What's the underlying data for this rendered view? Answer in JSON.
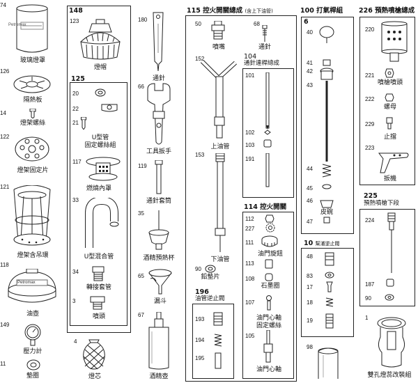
{
  "col1": [
    {
      "num": "74",
      "label": "玻璃燈罩"
    },
    {
      "num": "126",
      "label": "隔熱板"
    },
    {
      "num": "14",
      "label": "燈架螺絲"
    },
    {
      "num": "122",
      "label": "燈架固定片"
    },
    {
      "num": "121",
      "label": "燈架含吊環"
    },
    {
      "num": "118",
      "label": "油壺"
    },
    {
      "num": "149",
      "label": "壓力計"
    },
    {
      "num": "11",
      "label": "墊圈"
    }
  ],
  "brand": "Petromax",
  "col2": {
    "header": "148",
    "lamp_cap": {
      "num": "123",
      "label": "燈帽"
    },
    "box125": {
      "header": "125",
      "items": [
        {
          "num": "20",
          "label": ""
        },
        {
          "num": "22",
          "label": ""
        },
        {
          "num": "21",
          "label": "U型管\n固定螺絲組"
        },
        {
          "num": "117",
          "label": "燃燒內罩"
        },
        {
          "num": "33",
          "label": "U型混合管"
        },
        {
          "num": "34",
          "label": "轉接套管"
        },
        {
          "num": "3",
          "label": "噴頭"
        }
      ]
    },
    "wick": {
      "num": "4",
      "label": "燈芯"
    }
  },
  "col3": [
    {
      "num": "180",
      "label": "通針"
    },
    {
      "num": "66",
      "label": "工具扳手"
    },
    {
      "num": "119",
      "label": "通針套筒"
    },
    {
      "num": "35",
      "label": "酒精預熱杯"
    },
    {
      "num": "65",
      "label": "漏斗"
    },
    {
      "num": "67",
      "label": "酒精壺"
    }
  ],
  "col4": {
    "header": "115 控火開關總成",
    "header_note": "(含上下油管)",
    "items": [
      {
        "num": "50",
        "label": "噴嘴"
      },
      {
        "num": "68",
        "label": "通針"
      },
      {
        "num": "152",
        "label": "上油管"
      },
      {
        "num": "153",
        "label": "下油管"
      },
      {
        "num": "90",
        "label": "鉛墊片"
      }
    ],
    "box104": {
      "header": "104",
      "title": "通針連桿總成",
      "items": [
        "101",
        "102",
        "103",
        "191"
      ]
    },
    "box196": {
      "header": "196",
      "title": "油管逆止閥",
      "items": [
        "193",
        "194",
        "195"
      ]
    },
    "box114": {
      "header": "114 控火開關",
      "items": [
        {
          "num": "112",
          "label": ""
        },
        {
          "num": "227",
          "label": ""
        },
        {
          "num": "111",
          "label": "油門旋鈕"
        },
        {
          "num": "113",
          "label": ""
        },
        {
          "num": "108",
          "label": "石墨圈"
        },
        {
          "num": "107",
          "label": "油門心軸\n固定螺絲"
        },
        {
          "num": "105",
          "label": "油門心軸"
        }
      ]
    }
  },
  "col5": {
    "header": "100 打氣桿組",
    "box6": {
      "header": "6",
      "items": [
        {
          "num": "40",
          "label": ""
        },
        {
          "num": "41",
          "label": ""
        },
        {
          "num": "42",
          "label": ""
        },
        {
          "num": "43",
          "label": ""
        },
        {
          "num": "44",
          "label": ""
        },
        {
          "num": "45",
          "label": ""
        },
        {
          "num": "46",
          "label": "皮碗"
        },
        {
          "num": "47",
          "label": ""
        }
      ]
    },
    "box10": {
      "header": "10",
      "title": "幫浦逆止閥",
      "items": [
        "48",
        "83",
        "17",
        "18",
        "19"
      ]
    },
    "item98": {
      "num": "98",
      "label": ""
    }
  },
  "col6": {
    "header": "226 預熱噴槍總成",
    "items": [
      {
        "num": "220",
        "label": ""
      },
      {
        "num": "221",
        "label": "噴槍噴頭"
      },
      {
        "num": "222",
        "label": "螺母"
      },
      {
        "num": "229",
        "label": "止擋"
      },
      {
        "num": "223",
        "label": "扳機"
      }
    ],
    "box225": {
      "header": "225",
      "title": "預熱噴槍下段",
      "items": [
        "224",
        "187",
        "90"
      ]
    },
    "item1": {
      "num": "1",
      "label": "雙孔燈蕊改裝組"
    }
  }
}
